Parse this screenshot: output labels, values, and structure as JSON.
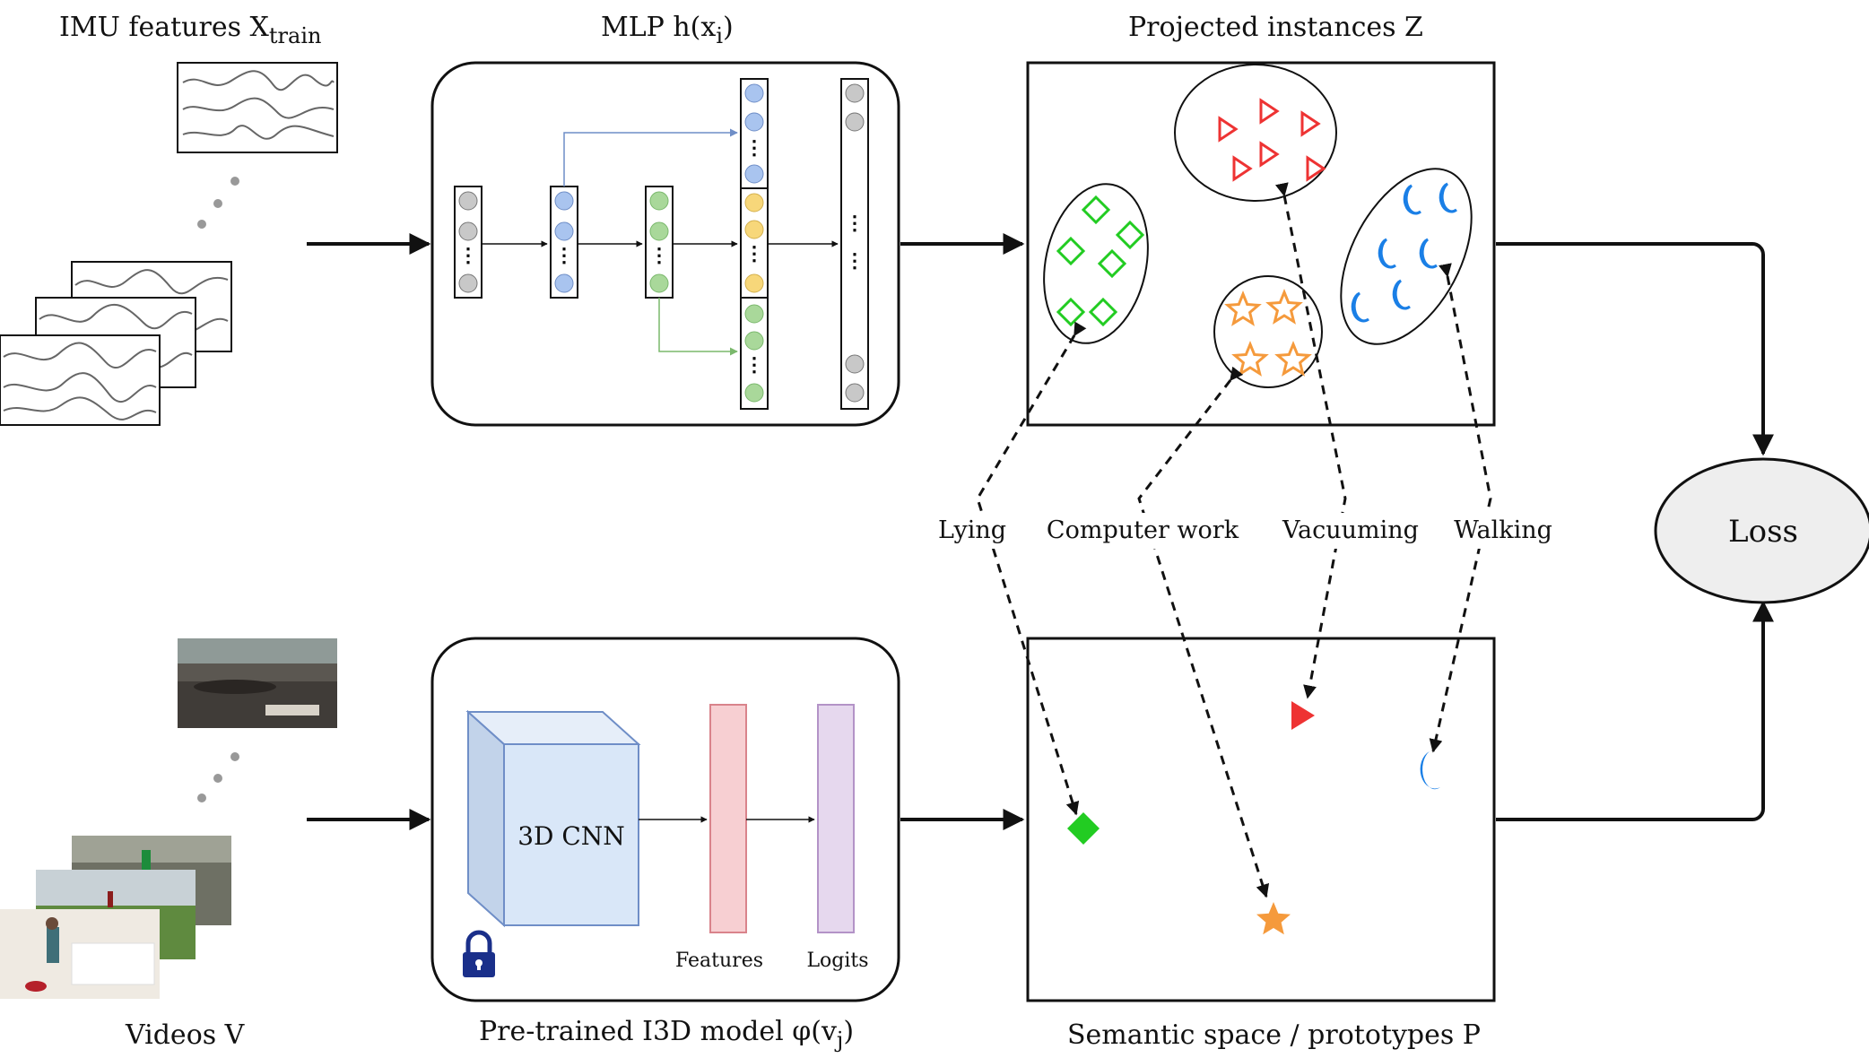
{
  "titles": {
    "imu": "IMU features X",
    "imu_sub": "train",
    "mlp_pre": "MLP h(x",
    "mlp_sub": "i",
    "mlp_post": ")",
    "projected": "Projected instances Z",
    "videos": "Videos V",
    "i3d_pre": "Pre-trained I3D model φ(v",
    "i3d_sub": "j",
    "i3d_post": ")",
    "semantic": "Semantic  space / prototypes P"
  },
  "i3d": {
    "cnn_label": "3D CNN",
    "features_label": "Features",
    "logits_label": "Logits"
  },
  "classes": [
    {
      "label": "Lying",
      "marker": "diamond",
      "color": "#22cc22"
    },
    {
      "label": "Computer work",
      "marker": "star",
      "color": "#f59a3c"
    },
    {
      "label": "Vacuuming",
      "marker": "triangle",
      "color": "#ee3333"
    },
    {
      "label": "Walking",
      "marker": "crescent",
      "color": "#1a7fe6"
    }
  ],
  "loss": {
    "label": "Loss",
    "fill": "#eeeeee"
  },
  "colors": {
    "neuron_gray": "#c8c8c8",
    "neuron_blue": "#a9c4ef",
    "neuron_green": "#a9d89a",
    "neuron_yellow": "#f7d77a",
    "cnn_fill": "#d9e7f8",
    "features_fill": "#f7cfd2",
    "logits_fill": "#e6d8ee",
    "lock": "#1a2f8a"
  },
  "icons": [
    "lock-icon"
  ]
}
